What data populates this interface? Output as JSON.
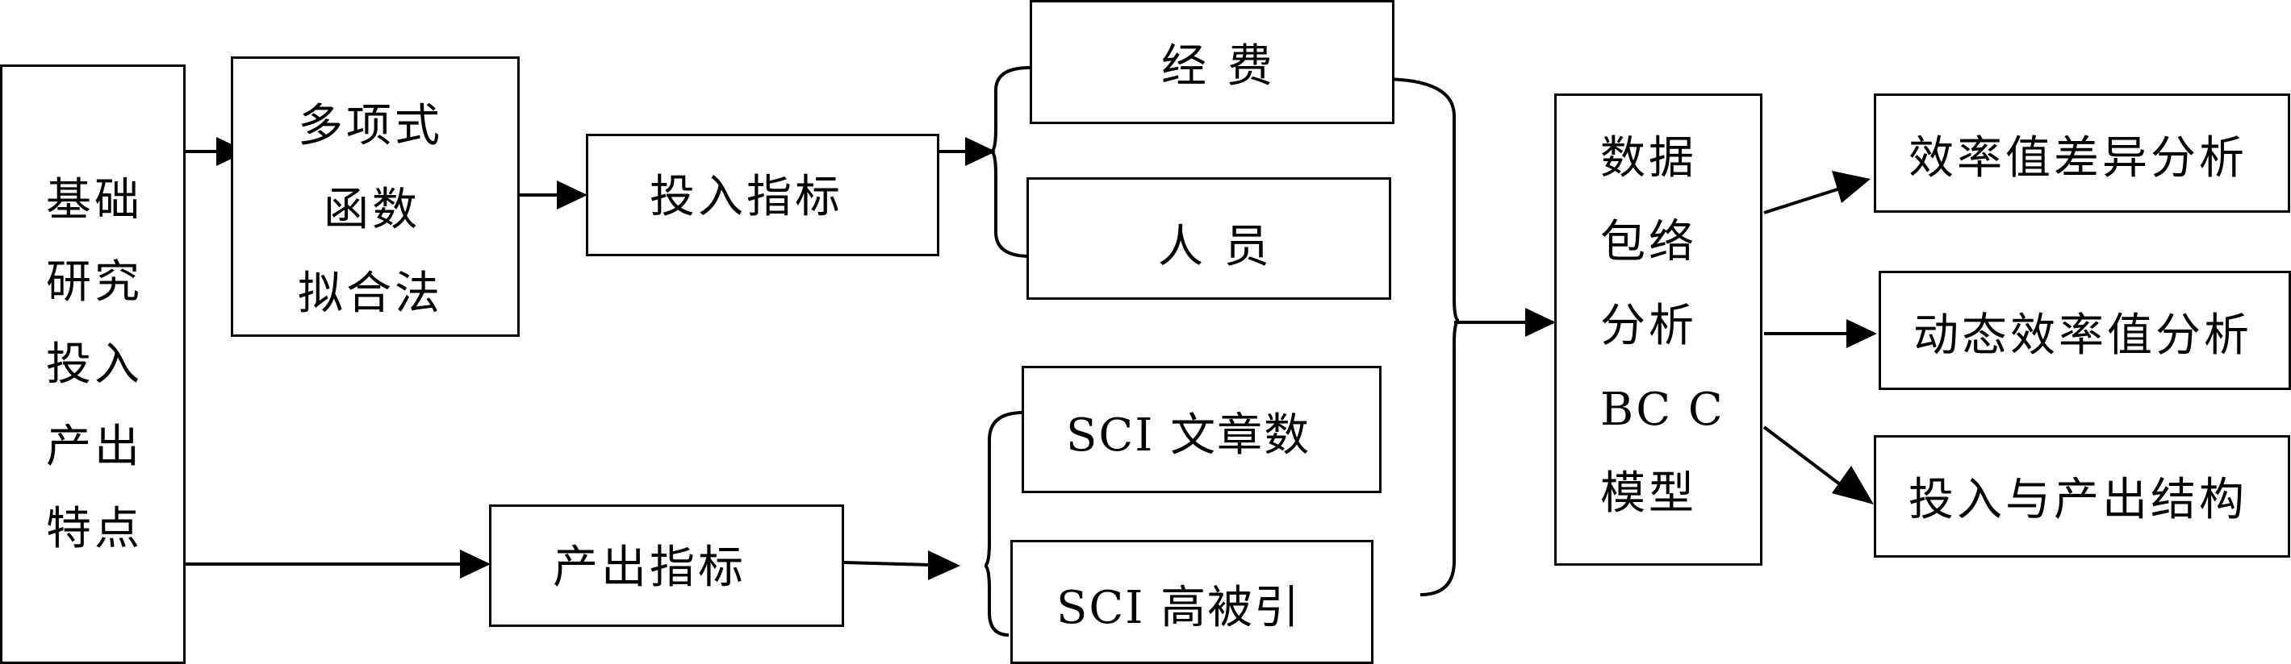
{
  "nodes": {
    "basic_research": {
      "lines": [
        "基础",
        "研究",
        "投入",
        "产出",
        "特点"
      ]
    },
    "polynomial_fit": {
      "lines": [
        "多项式",
        "函数",
        "拟合法"
      ]
    },
    "input_indicators": {
      "text": "投入指标"
    },
    "output_indicators": {
      "text": "产出指标"
    },
    "funding": {
      "text": "经 费"
    },
    "personnel": {
      "text": "人 员"
    },
    "sci_articles": {
      "text": "SCI  文章数"
    },
    "sci_highly_cited": {
      "text": "SCI  高被引"
    },
    "dea_bcc": {
      "lines": [
        "数据",
        "包络",
        "分析",
        "BC C",
        "模型"
      ]
    },
    "efficiency_difference": {
      "text": "效率值差异分析"
    },
    "dynamic_efficiency": {
      "text": "动态效率值分析"
    },
    "io_structure": {
      "text": "投入与产出结构"
    }
  },
  "edges": [
    {
      "from": "basic_research",
      "to": "polynomial_fit"
    },
    {
      "from": "polynomial_fit",
      "to": "input_indicators"
    },
    {
      "from": "input_indicators",
      "to": "funding"
    },
    {
      "from": "input_indicators",
      "to": "personnel"
    },
    {
      "from": "basic_research",
      "to": "output_indicators"
    },
    {
      "from": "output_indicators",
      "to": "sci_articles"
    },
    {
      "from": "output_indicators",
      "to": "sci_highly_cited"
    },
    {
      "from": "funding",
      "to": "dea_bcc"
    },
    {
      "from": "personnel",
      "to": "dea_bcc"
    },
    {
      "from": "sci_articles",
      "to": "dea_bcc"
    },
    {
      "from": "sci_highly_cited",
      "to": "dea_bcc"
    },
    {
      "from": "dea_bcc",
      "to": "efficiency_difference"
    },
    {
      "from": "dea_bcc",
      "to": "dynamic_efficiency"
    },
    {
      "from": "dea_bcc",
      "to": "io_structure"
    }
  ],
  "style": {
    "stroke": "#000000",
    "background": "#ffffff"
  }
}
